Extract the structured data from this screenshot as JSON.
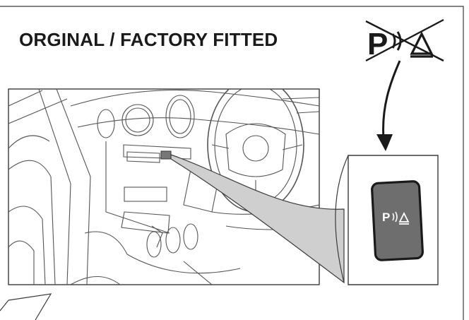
{
  "title": "ORGINAL / FACTORY FITTED",
  "crossed_sign": {
    "icon": "parking-sensor-crossed-icon",
    "glyph": "P",
    "color": "#1a1a1a"
  },
  "callout_button": {
    "icon": "parking-sensor-button-icon",
    "label": "P",
    "button_color": "#6e6e6e",
    "label_color": "#ffffff"
  },
  "colors": {
    "line": "#3a3a3a",
    "callout_fill": "#cfcfcf",
    "arrow": "#1a1a1a"
  }
}
